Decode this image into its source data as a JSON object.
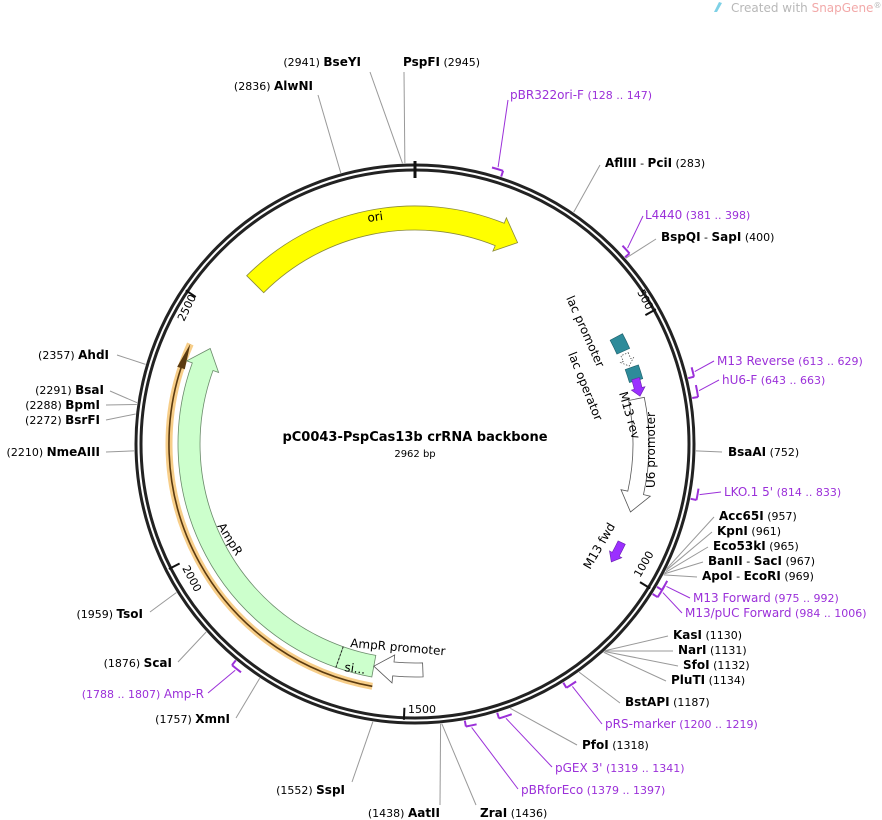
{
  "watermark": {
    "prefix": "Created with ",
    "brand": "SnapGene",
    "reg": "®"
  },
  "plasmid": {
    "name": "pC0043-PspCas13b crRNA backbone",
    "length_label": "2962 bp",
    "length": 2962
  },
  "ticks": [
    "500",
    "1000",
    "1500",
    "2000",
    "2500"
  ],
  "features": {
    "ori": "ori",
    "ampr": "AmpR",
    "ampr_promoter": "AmpR promoter",
    "signal": "si...",
    "lac_promoter": "lac promoter",
    "lac_operator": "lac operator",
    "m13_rev": "M13 rev",
    "u6_promoter": "U6 promoter",
    "m13_fwd": "M13 fwd"
  },
  "colors": {
    "ori": "#ffff00",
    "ampr": "#ccffcc",
    "lac": "#2e8b9a",
    "m13": "#9b30ff",
    "primer": "#9b30d9",
    "amp_primer": "#f5c26b"
  },
  "enzymes": [
    {
      "name": "BseYI",
      "pos": "(2941)",
      "bp": 2941
    },
    {
      "name": "PspFI",
      "pos": "(2945)",
      "bp": 2945
    },
    {
      "name": "AlwNI",
      "pos": "(2836)",
      "bp": 2836
    },
    {
      "name": "AflIII",
      "name2": "PciI",
      "pos": "(283)",
      "bp": 283
    },
    {
      "name": "BspQI",
      "name2": "SapI",
      "pos": "(400)",
      "bp": 400
    },
    {
      "name": "BsaAI",
      "pos": "(752)",
      "bp": 752
    },
    {
      "name": "Acc65I",
      "pos": "(957)",
      "bp": 957
    },
    {
      "name": "KpnI",
      "pos": "(961)",
      "bp": 961
    },
    {
      "name": "Eco53kI",
      "pos": "(965)",
      "bp": 965
    },
    {
      "name": "BanII",
      "name2": "SacI",
      "pos": "(967)",
      "bp": 967
    },
    {
      "name": "ApoI",
      "name2": "EcoRI",
      "pos": "(969)",
      "bp": 969
    },
    {
      "name": "KasI",
      "pos": "(1130)",
      "bp": 1130
    },
    {
      "name": "NarI",
      "pos": "(1131)",
      "bp": 1131
    },
    {
      "name": "SfoI",
      "pos": "(1132)",
      "bp": 1132
    },
    {
      "name": "PluTI",
      "pos": "(1134)",
      "bp": 1134
    },
    {
      "name": "BstAPI",
      "pos": "(1187)",
      "bp": 1187
    },
    {
      "name": "PfoI",
      "pos": "(1318)",
      "bp": 1318
    },
    {
      "name": "ZraI",
      "pos": "(1436)",
      "bp": 1436
    },
    {
      "name": "AatII",
      "pos": "(1438)",
      "bp": 1438
    },
    {
      "name": "SspI",
      "pos": "(1552)",
      "bp": 1552
    },
    {
      "name": "XmnI",
      "pos": "(1757)",
      "bp": 1757
    },
    {
      "name": "ScaI",
      "pos": "(1876)",
      "bp": 1876
    },
    {
      "name": "TsoI",
      "pos": "(1959)",
      "bp": 1959
    },
    {
      "name": "NmeAIII",
      "pos": "(2210)",
      "bp": 2210
    },
    {
      "name": "BsrFI",
      "pos": "(2272)",
      "bp": 2272
    },
    {
      "name": "BpmI",
      "pos": "(2288)",
      "bp": 2288
    },
    {
      "name": "BsaI",
      "pos": "(2291)",
      "bp": 2291
    },
    {
      "name": "AhdI",
      "pos": "(2357)",
      "bp": 2357
    }
  ],
  "primers": [
    {
      "name": "pBR322ori-F",
      "range": "(128 .. 147)",
      "start": 128,
      "end": 147
    },
    {
      "name": "L4440",
      "range": "(381 .. 398)",
      "start": 381,
      "end": 398
    },
    {
      "name": "M13 Reverse",
      "range": "(613 .. 629)",
      "start": 613,
      "end": 629
    },
    {
      "name": "hU6-F",
      "range": "(643 .. 663)",
      "start": 643,
      "end": 663
    },
    {
      "name": "LKO.1 5'",
      "range": "(814 .. 833)",
      "start": 814,
      "end": 833
    },
    {
      "name": "M13 Forward",
      "range": "(975 .. 992)",
      "start": 975,
      "end": 992
    },
    {
      "name": "M13/pUC Forward",
      "range": "(984 .. 1006)",
      "start": 984,
      "end": 1006
    },
    {
      "name": "pRS-marker",
      "range": "(1200 .. 1219)",
      "start": 1200,
      "end": 1219
    },
    {
      "name": "pGEX 3'",
      "range": "(1319 .. 1341)",
      "start": 1319,
      "end": 1341
    },
    {
      "name": "pBRforEco",
      "range": "(1379 .. 1397)",
      "start": 1379,
      "end": 1397
    },
    {
      "name": "Amp-R",
      "range": "(1788 .. 1807)",
      "start": 1788,
      "end": 1807
    }
  ]
}
